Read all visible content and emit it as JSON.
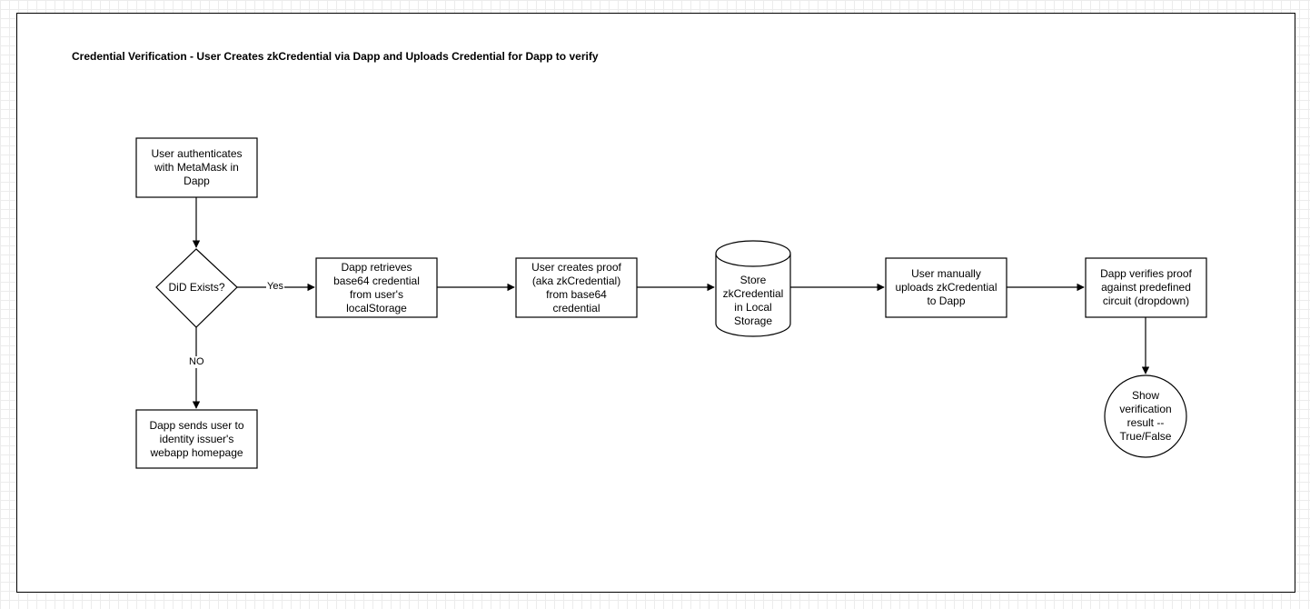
{
  "title": "Credential Verification - User Creates zkCredential via Dapp and Uploads Credential for Dapp to verify",
  "nodes": {
    "auth": "User authenticates\nwith MetaMask in\nDapp",
    "did_exists": "DiD Exists?",
    "send_user": "Dapp sends user to\nidentity issuer's\nwebapp homepage",
    "retrieve": "Dapp retrieves\nbase64 credential\nfrom user's\nlocalStorage",
    "create_proof": "User creates proof\n(aka zkCredential)\nfrom base64\ncredential",
    "store": "Store\nzkCredential\nin Local\nStorage",
    "upload": "User manually\nuploads zkCredential\nto Dapp",
    "verify": "Dapp verifies proof\nagainst predefined\ncircuit (dropdown)",
    "result": "Show\nverification\nresult --\nTrue/False"
  },
  "edges": {
    "yes_label": "Yes",
    "no_label": "NO"
  }
}
